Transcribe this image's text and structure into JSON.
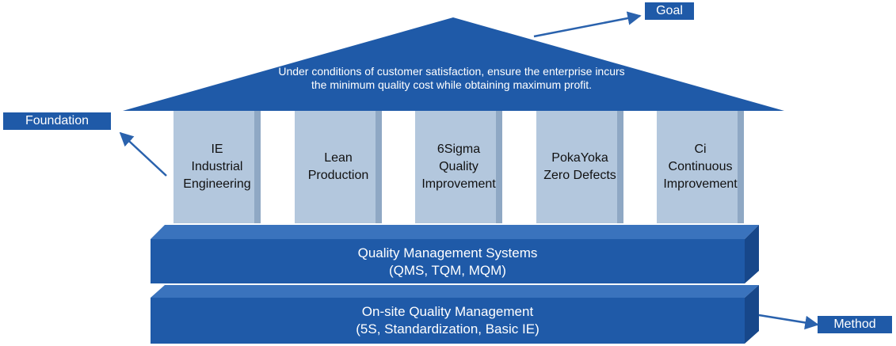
{
  "labels": {
    "goal": "Goal",
    "foundation": "Foundation",
    "method": "Method"
  },
  "roof": {
    "text": "Under conditions of customer satisfaction, ensure the enterprise incurs the minimum quality cost while obtaining maximum profit."
  },
  "pillars": [
    {
      "lines": [
        "IE",
        "Industrial",
        "Engineering"
      ]
    },
    {
      "lines": [
        "Lean",
        "Production"
      ]
    },
    {
      "lines": [
        "6Sigma",
        "Quality",
        "Improvement"
      ]
    },
    {
      "lines": [
        "PokaYoka",
        "Zero Defects"
      ]
    },
    {
      "lines": [
        "Ci",
        "Continuous",
        "Improvement"
      ]
    }
  ],
  "slabs": {
    "upper": {
      "line1": "Quality Management Systems",
      "line2": "(QMS, TQM, MQM)"
    },
    "lower": {
      "line1": "On-site Quality Management",
      "line2": "(5S, Standardization, Basic IE)"
    }
  },
  "colors": {
    "roof": "#1f5aa8",
    "slab_front": "#1f5aa8",
    "slab_top": "#3a73bd",
    "slab_side": "#17478a",
    "pillar": "#b3c7dd",
    "pillar_shade": "#8fa8c4",
    "arrow": "#2a62ad",
    "tag": "#1f5aa8"
  }
}
